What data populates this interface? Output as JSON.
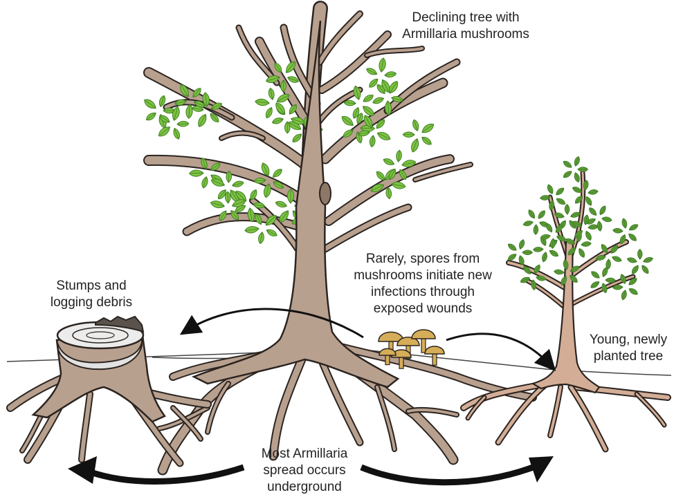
{
  "labels": {
    "declining_tree": [
      "Declining tree with",
      "Armillaria mushrooms"
    ],
    "stumps": [
      "Stumps and",
      "logging debris"
    ],
    "spores": [
      "Rarely, spores from",
      "mushrooms initiate new",
      "infections through",
      "exposed wounds"
    ],
    "young_tree": [
      "Young, newly",
      "planted tree"
    ],
    "underground": [
      "Most Armillaria",
      "spread occurs",
      "underground"
    ]
  },
  "colors": {
    "bark": "#b8a08f",
    "bark_young": "#d3ad96",
    "outline": "#2b2420",
    "leaf": "#7cc242",
    "leaf_young": "#5e9c3a",
    "leaf_vein": "#3f7f23",
    "stump_top": "#ececec",
    "mushroom": "#d6ad58",
    "arrow": "#111111",
    "ground": "#444444"
  }
}
